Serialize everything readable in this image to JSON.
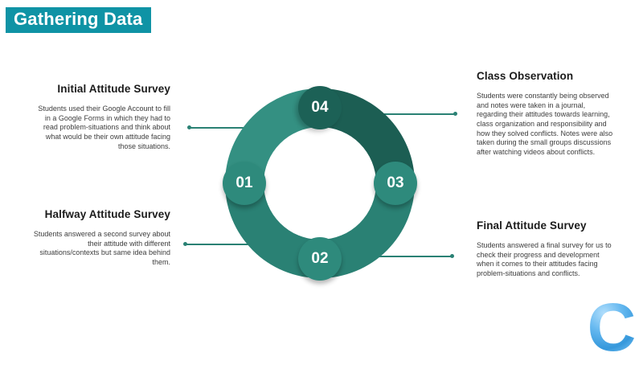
{
  "title": "Gathering Data",
  "diagram": {
    "nodes": [
      "01",
      "02",
      "03",
      "04"
    ]
  },
  "blocks": {
    "initial": {
      "heading": "Initial Attitude Survey",
      "body": "Students used their Google Account to fill\nin a Google Forms in which they had to\nread problem-situations and think about\nwhat would be their own attitude facing\nthose situations."
    },
    "halfway": {
      "heading": "Halfway Attitude Survey",
      "body": "Students answered a second survey about\ntheir attitude with different\nsituations/contexts but same idea behind\nthem."
    },
    "class_observation": {
      "heading": "Class Observation",
      "body": "Students were constantly being observed\nand notes were taken in a journal,\nregarding their attitudes towards learning,\nclass organization and responsibility and\nhow they solved conflicts. Notes were also\ntaken during the small groups discussions\nafter watching videos about conflicts."
    },
    "final": {
      "heading": "Final Attitude Survey",
      "body": "Students answered a final survey for us to\ncheck their progress and development\nwhen it comes to their attitudes facing\nproblem-situations and conflicts."
    }
  },
  "logo": {
    "letter": "C"
  },
  "colors": {
    "title_bg": "#0f93a5",
    "ring_teal": "#2a8174",
    "ring_teal_light": "#349082",
    "ring_dark": "#1c5e53",
    "node_teal": "#2e8a7c",
    "node_dark": "#1c6156",
    "connector": "#2a8174",
    "heading_color": "#1b1b1b",
    "body_color": "#3d3d3d"
  }
}
